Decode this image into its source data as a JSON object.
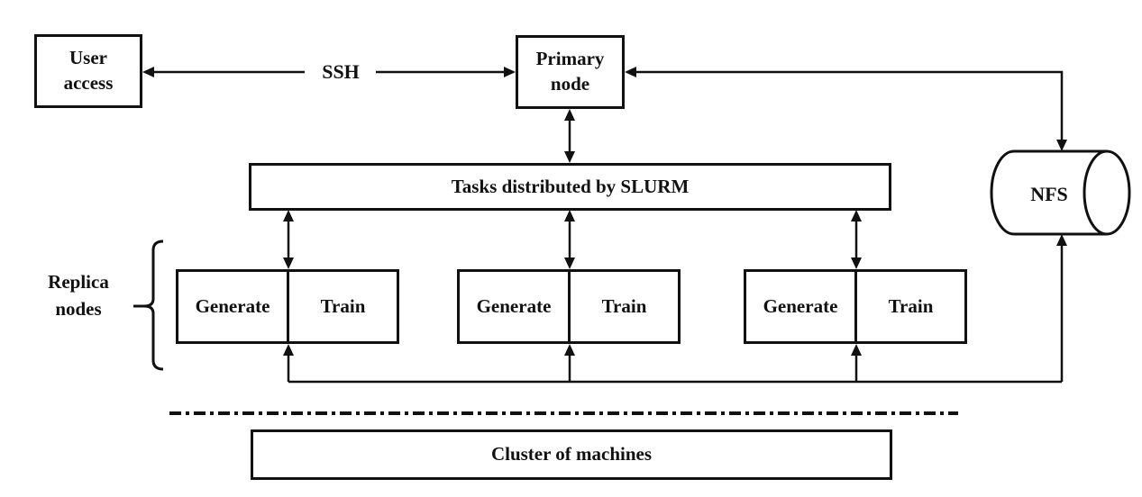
{
  "diagram": {
    "nodes": {
      "user_access": {
        "label": "User access"
      },
      "primary_node": {
        "label": "Primary node"
      },
      "slurm": {
        "label": "Tasks distributed by SLURM"
      },
      "replica_group": {
        "label": "Replica nodes"
      },
      "replicas": [
        {
          "generate": "Generate",
          "train": "Train"
        },
        {
          "generate": "Generate",
          "train": "Train"
        },
        {
          "generate": "Generate",
          "train": "Train"
        }
      ],
      "nfs": {
        "label": "NFS"
      },
      "cluster": {
        "label": "Cluster of machines"
      }
    },
    "edges": {
      "ssh": {
        "label": "SSH"
      }
    },
    "colors": {
      "stroke": "#111111",
      "text": "#111111",
      "background": "#ffffff"
    }
  }
}
